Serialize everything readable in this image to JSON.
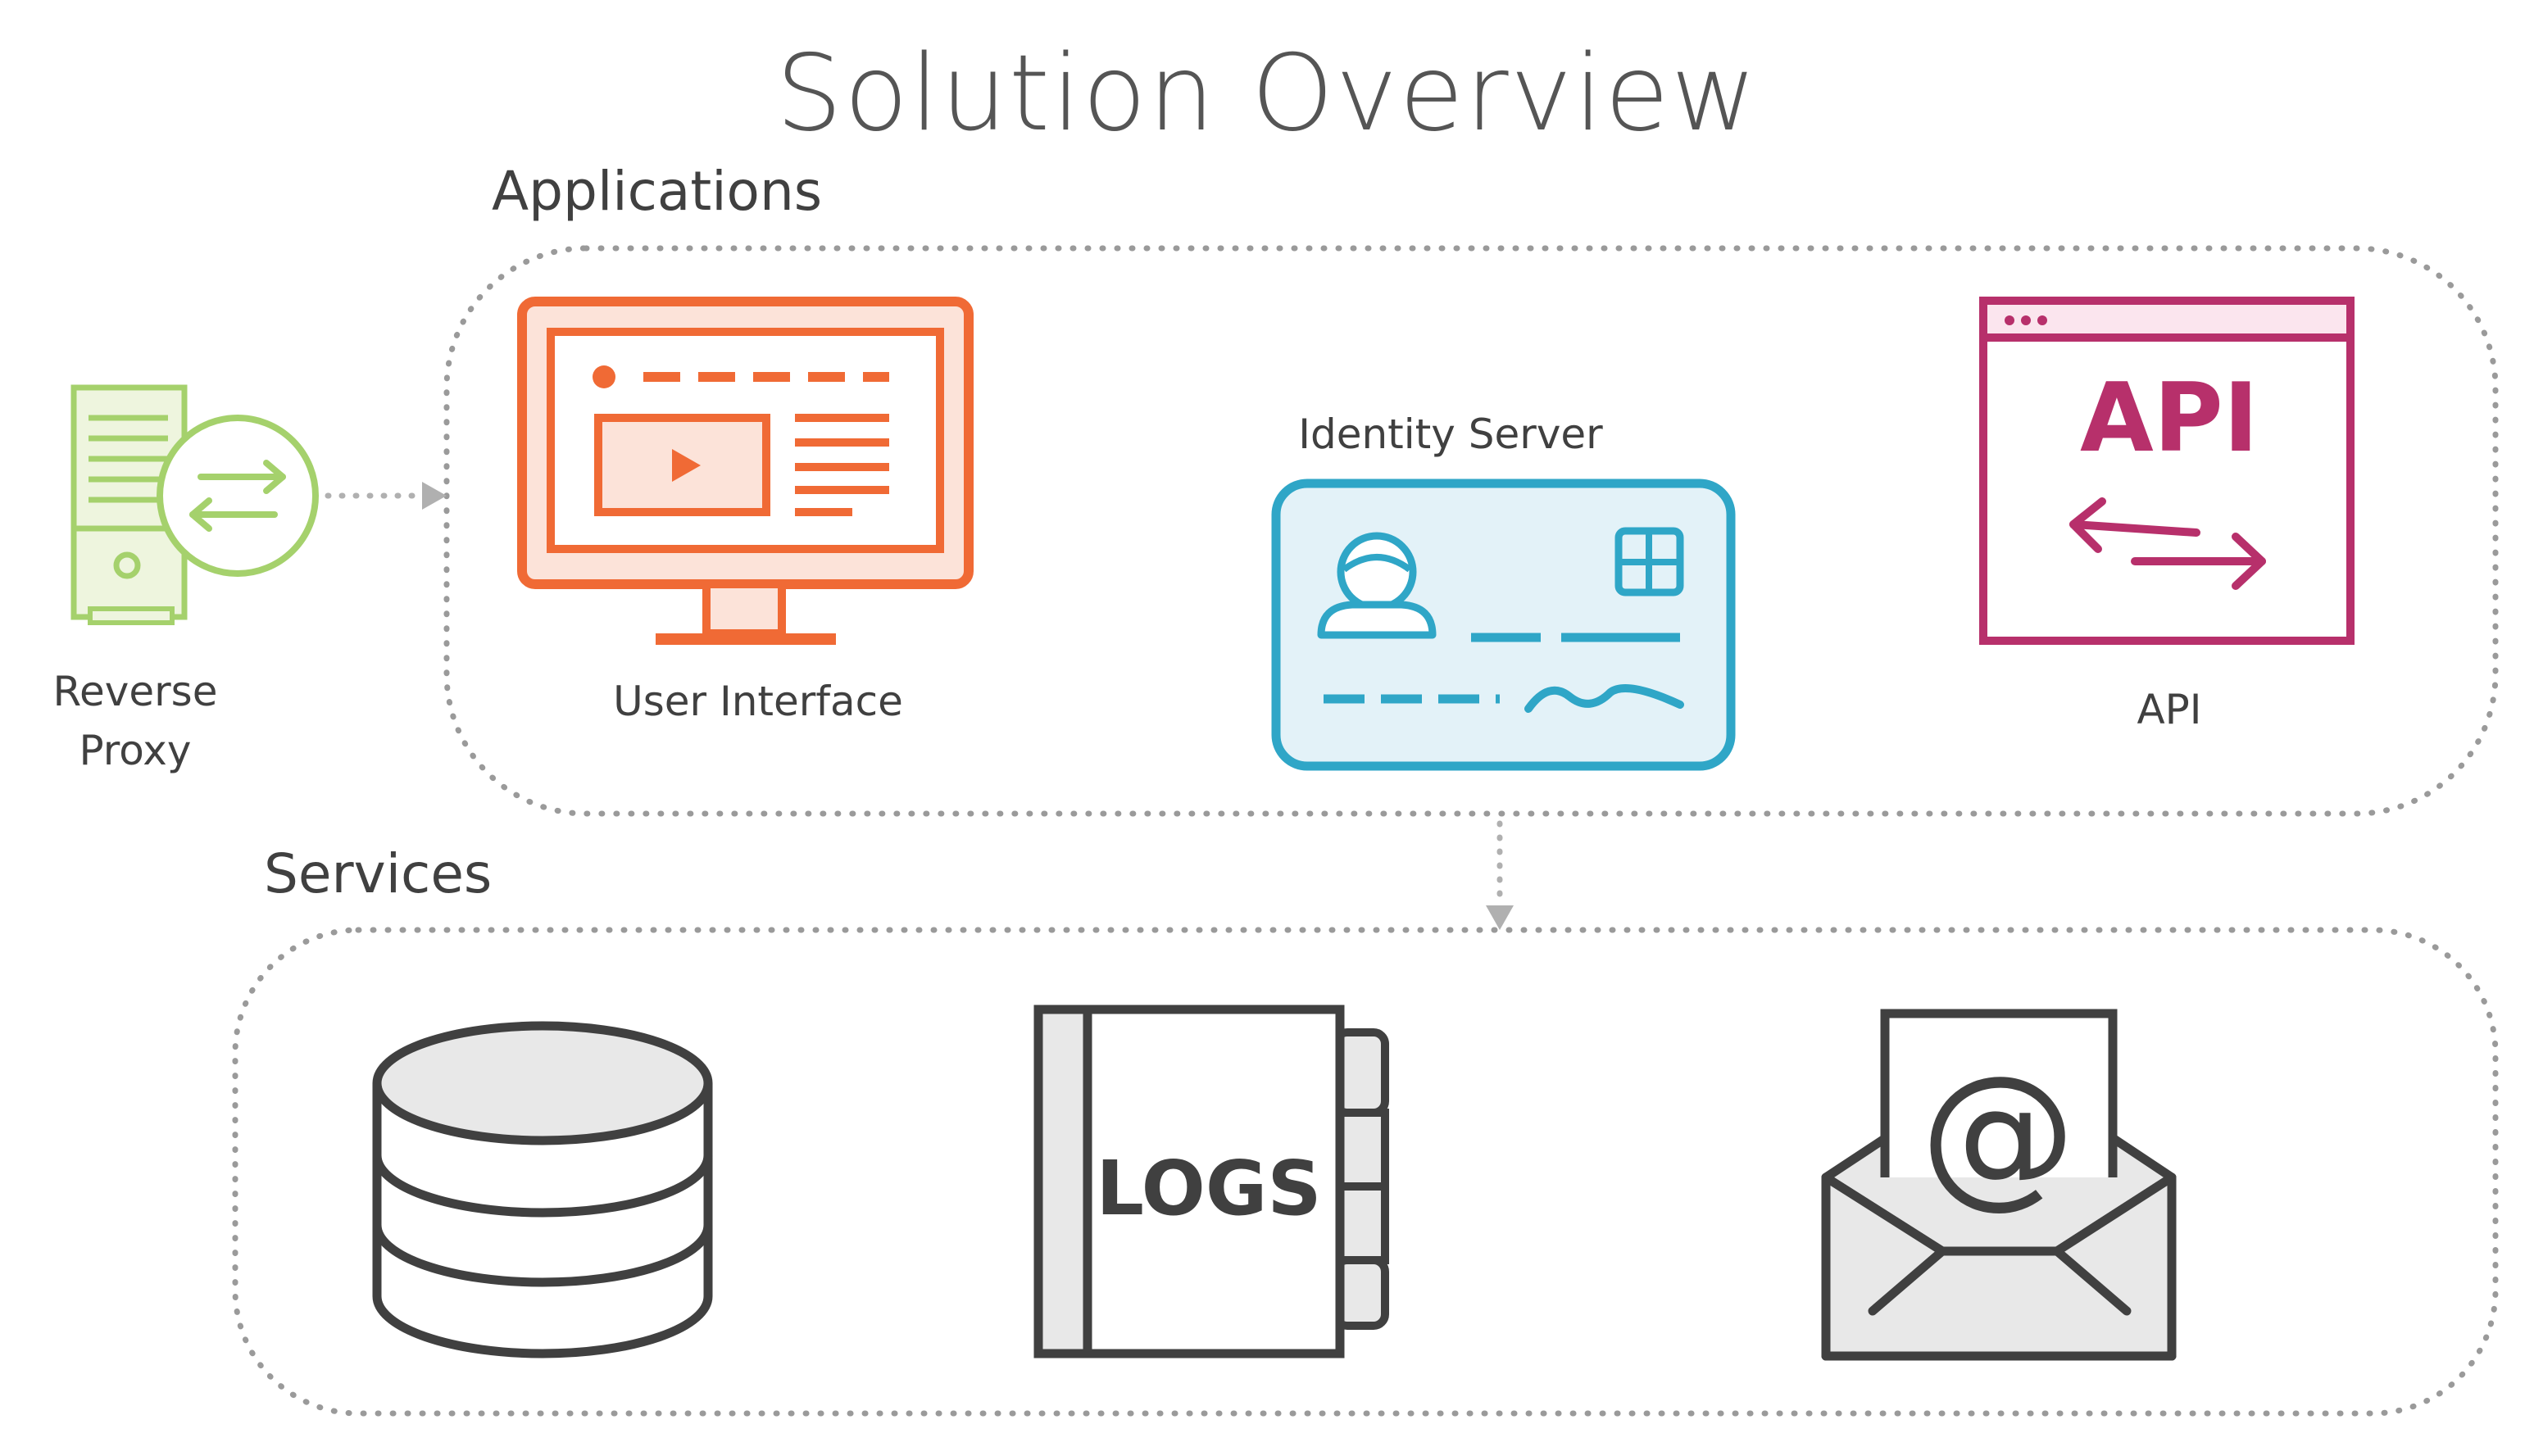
{
  "title": "Solution Overview",
  "groups": {
    "applications": {
      "label": "Applications"
    },
    "services": {
      "label": "Services"
    }
  },
  "nodes": {
    "reverse_proxy": {
      "line1": "Reverse",
      "line2": "Proxy",
      "icon": "server-exchange-icon"
    },
    "user_interface": {
      "label": "User Interface",
      "icon": "monitor-webpage-icon"
    },
    "identity_server": {
      "label": "Identity Server",
      "icon": "id-card-icon"
    },
    "api": {
      "label": "API",
      "icon_text": "API",
      "icon": "api-window-icon"
    },
    "database": {
      "icon": "database-icon"
    },
    "logs": {
      "icon_text": "LOGS",
      "icon": "logbook-icon"
    },
    "email": {
      "icon": "email-envelope-icon"
    }
  },
  "colors": {
    "proxy": "#a5d16c",
    "ui": "#f06a35",
    "identity": "#2fa6c7",
    "api": "#b7306b",
    "services": "#404040",
    "dotted": "#9a9a9a"
  }
}
